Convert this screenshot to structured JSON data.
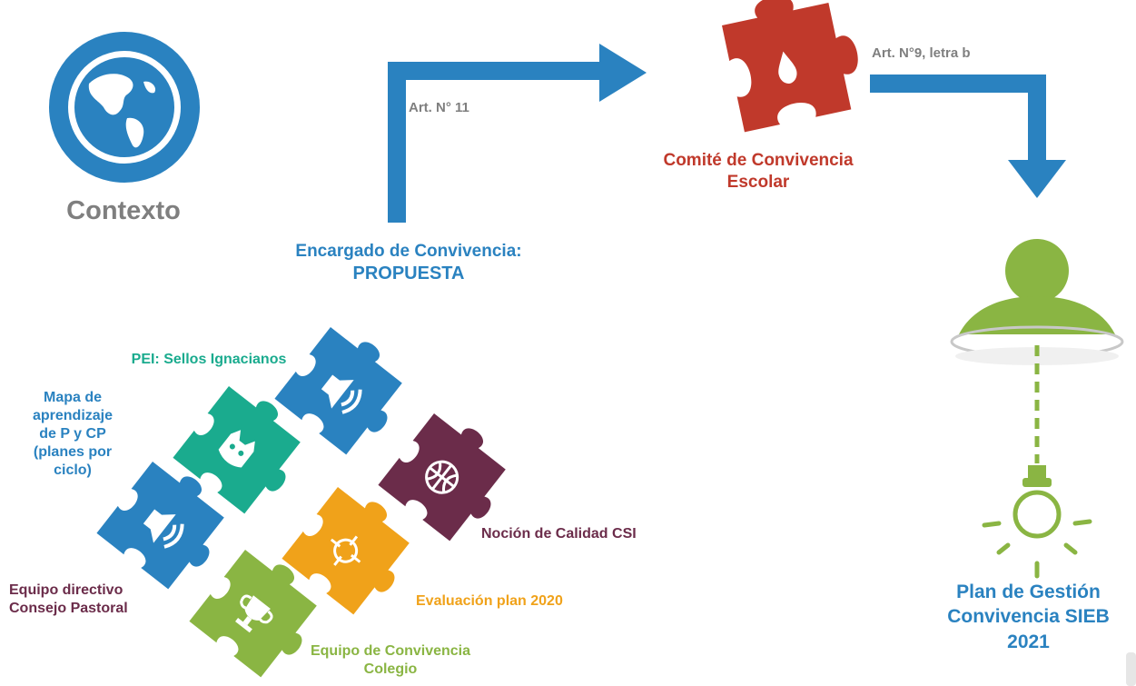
{
  "contexto": {
    "label": "Contexto",
    "icon": "globe-icon"
  },
  "encargado": {
    "line1": "Encargado de Convivencia:",
    "line2": "PROPUESTA"
  },
  "arrows": {
    "art11": "Art. N° 11",
    "art9": "Art. N°9, letra b"
  },
  "comite": {
    "line1": "Comité de Convivencia",
    "line2": "Escolar",
    "icon": "drop-icon"
  },
  "plan": {
    "line1": "Plan de Gestión",
    "line2": "Convivencia SIEB",
    "line3": "2021"
  },
  "puzzle_labels": {
    "pei": "PEI: Sellos Ignacianos",
    "mapa": [
      "Mapa de",
      "aprendizaje",
      "de P y CP",
      "(planes por",
      "ciclo)"
    ],
    "nocion": "Noción de Calidad CSI",
    "evaluacion": "Evaluación plan 2020",
    "equipo_directivo": [
      "Equipo directivo",
      "Consejo Pastoral"
    ],
    "equipo_convivencia": [
      "Equipo de Convivencia",
      "Colegio"
    ]
  },
  "colors": {
    "blue": "#2a82c0",
    "gray": "#7f7f7f",
    "red": "#c0392b",
    "teal": "#1aab8e",
    "green": "#8ab543",
    "orange": "#f0a21a",
    "purple": "#6b2c4a"
  }
}
